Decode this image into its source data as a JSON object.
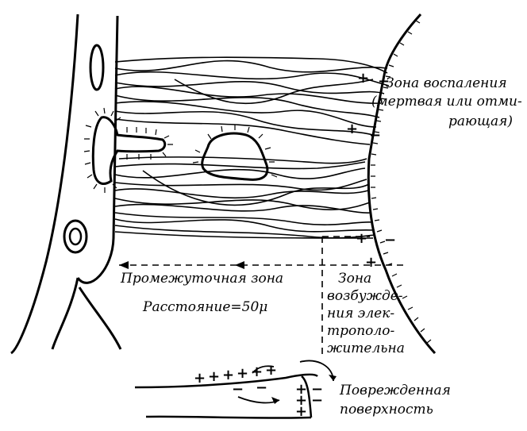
{
  "labels": {
    "inflammation_zone": [
      "Зона воспаления",
      "(мертвая или отми-",
      "рающая)"
    ],
    "intermediate_zone": "Промежуточная зона",
    "distance": "Расстояние=50μ",
    "excitation_zone": [
      "Зона",
      "возбужде-",
      "ния элек-",
      "трополо-",
      "жительна"
    ],
    "damaged_surface": [
      "Поврежденная",
      "поверхность"
    ]
  },
  "charges": {
    "inflammation_plus": "+",
    "inflammation_minus": "−",
    "excitation_plus": "+",
    "excitation_minus": "−",
    "surface_plus": "+",
    "surface_minus": "−"
  },
  "colors": {
    "ink": "#000000",
    "paper": "#ffffff"
  }
}
